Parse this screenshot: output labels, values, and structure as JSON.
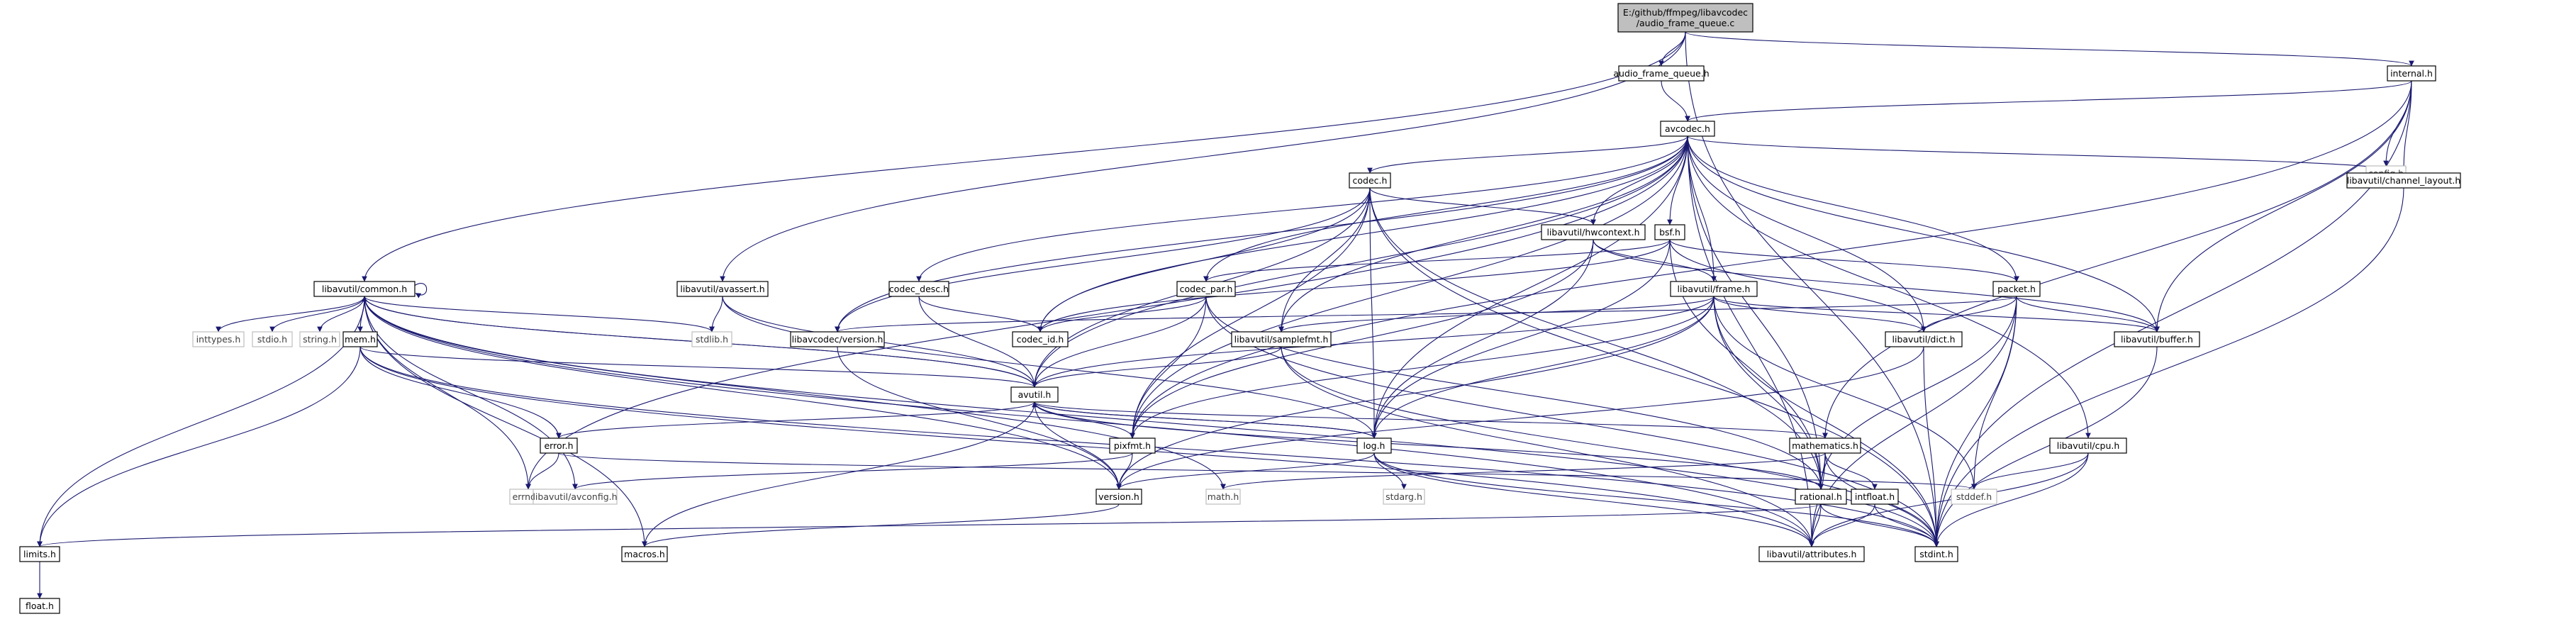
{
  "graph": {
    "root": {
      "id": "root",
      "lines": [
        "E:/github/ffmpeg/libavcodec",
        "/audio_frame_queue.c"
      ],
      "kind": "root"
    },
    "nodes": [
      {
        "id": "afq_h",
        "label": "audio_frame_queue.h",
        "kind": "hdr"
      },
      {
        "id": "internal_h",
        "label": "internal.h",
        "kind": "hdr"
      },
      {
        "id": "avcodec_h",
        "label": "avcodec.h",
        "kind": "hdr"
      },
      {
        "id": "config_h",
        "label": "config.h",
        "kind": "sys"
      },
      {
        "id": "chlayout_h",
        "label": "libavutil/channel_layout.h",
        "kind": "hdr"
      },
      {
        "id": "codec_h",
        "label": "codec.h",
        "kind": "hdr"
      },
      {
        "id": "hwcontext_h",
        "label": "libavutil/hwcontext.h",
        "kind": "hdr"
      },
      {
        "id": "bsf_h",
        "label": "bsf.h",
        "kind": "hdr"
      },
      {
        "id": "common_h",
        "label": "libavutil/common.h",
        "kind": "hdr"
      },
      {
        "id": "avassert_h",
        "label": "libavutil/avassert.h",
        "kind": "hdr"
      },
      {
        "id": "codec_desc_h",
        "label": "codec_desc.h",
        "kind": "hdr"
      },
      {
        "id": "codec_par_h",
        "label": "codec_par.h",
        "kind": "hdr"
      },
      {
        "id": "frame_h",
        "label": "libavutil/frame.h",
        "kind": "hdr"
      },
      {
        "id": "packet_h",
        "label": "packet.h",
        "kind": "hdr"
      },
      {
        "id": "inttypes_h",
        "label": "inttypes.h",
        "kind": "sys"
      },
      {
        "id": "stdio_h",
        "label": "stdio.h",
        "kind": "sys"
      },
      {
        "id": "string_h",
        "label": "string.h",
        "kind": "sys"
      },
      {
        "id": "mem_h",
        "label": "mem.h",
        "kind": "hdr"
      },
      {
        "id": "stdlib_h",
        "label": "stdlib.h",
        "kind": "sys"
      },
      {
        "id": "lavc_version_h",
        "label": "libavcodec/version.h",
        "kind": "hdr"
      },
      {
        "id": "codec_id_h",
        "label": "codec_id.h",
        "kind": "hdr"
      },
      {
        "id": "samplefmt_h",
        "label": "libavutil/samplefmt.h",
        "kind": "hdr"
      },
      {
        "id": "dict_h",
        "label": "libavutil/dict.h",
        "kind": "hdr"
      },
      {
        "id": "buffer_h",
        "label": "libavutil/buffer.h",
        "kind": "hdr"
      },
      {
        "id": "avutil_h",
        "label": "avutil.h",
        "kind": "hdr"
      },
      {
        "id": "error_h",
        "label": "error.h",
        "kind": "hdr"
      },
      {
        "id": "pixfmt_h",
        "label": "pixfmt.h",
        "kind": "hdr"
      },
      {
        "id": "log_h",
        "label": "log.h",
        "kind": "hdr"
      },
      {
        "id": "mathematics_h",
        "label": "mathematics.h",
        "kind": "hdr"
      },
      {
        "id": "cpu_h",
        "label": "libavutil/cpu.h",
        "kind": "hdr"
      },
      {
        "id": "errno_h",
        "label": "errno.h",
        "kind": "sys"
      },
      {
        "id": "avconfig_h",
        "label": "libavutil/avconfig.h",
        "kind": "sys"
      },
      {
        "id": "math_h",
        "label": "math.h",
        "kind": "sys"
      },
      {
        "id": "version_h",
        "label": "version.h",
        "kind": "hdr"
      },
      {
        "id": "stdarg_h",
        "label": "stdarg.h",
        "kind": "sys"
      },
      {
        "id": "rational_h",
        "label": "rational.h",
        "kind": "hdr"
      },
      {
        "id": "intfloat_h",
        "label": "intfloat.h",
        "kind": "hdr"
      },
      {
        "id": "stddef_h",
        "label": "stddef.h",
        "kind": "sys"
      },
      {
        "id": "limits_h",
        "label": "limits.h",
        "kind": "hdr"
      },
      {
        "id": "macros_h",
        "label": "macros.h",
        "kind": "hdr"
      },
      {
        "id": "attributes_h",
        "label": "libavutil/attributes.h",
        "kind": "hdr"
      },
      {
        "id": "stdint_h",
        "label": "stdint.h",
        "kind": "hdr"
      },
      {
        "id": "float_h",
        "label": "float.h",
        "kind": "hdr"
      }
    ],
    "edges": [
      [
        "root",
        "afq_h"
      ],
      [
        "root",
        "internal_h"
      ],
      [
        "root",
        "common_h"
      ],
      [
        "root",
        "avassert_h"
      ],
      [
        "root",
        "stdint_h"
      ],
      [
        "afq_h",
        "avcodec_h"
      ],
      [
        "internal_h",
        "avcodec_h"
      ],
      [
        "internal_h",
        "config_h"
      ],
      [
        "internal_h",
        "chlayout_h"
      ],
      [
        "internal_h",
        "buffer_h"
      ],
      [
        "internal_h",
        "pixfmt_h"
      ],
      [
        "internal_h",
        "mathematics_h"
      ],
      [
        "internal_h",
        "stdint_h"
      ],
      [
        "avcodec_h",
        "codec_h"
      ],
      [
        "avcodec_h",
        "chlayout_h"
      ],
      [
        "avcodec_h",
        "hwcontext_h"
      ],
      [
        "avcodec_h",
        "bsf_h"
      ],
      [
        "avcodec_h",
        "codec_desc_h"
      ],
      [
        "avcodec_h",
        "codec_par_h"
      ],
      [
        "avcodec_h",
        "frame_h"
      ],
      [
        "avcodec_h",
        "packet_h"
      ],
      [
        "avcodec_h",
        "lavc_version_h"
      ],
      [
        "avcodec_h",
        "codec_id_h"
      ],
      [
        "avcodec_h",
        "samplefmt_h"
      ],
      [
        "avcodec_h",
        "dict_h"
      ],
      [
        "avcodec_h",
        "buffer_h"
      ],
      [
        "avcodec_h",
        "avutil_h"
      ],
      [
        "avcodec_h",
        "pixfmt_h"
      ],
      [
        "avcodec_h",
        "log_h"
      ],
      [
        "avcodec_h",
        "cpu_h"
      ],
      [
        "avcodec_h",
        "errno_h"
      ],
      [
        "avcodec_h",
        "rational_h"
      ],
      [
        "avcodec_h",
        "attributes_h"
      ],
      [
        "chlayout_h",
        "stdint_h"
      ],
      [
        "codec_h",
        "hwcontext_h"
      ],
      [
        "codec_h",
        "lavc_version_h"
      ],
      [
        "codec_h",
        "codec_id_h"
      ],
      [
        "codec_h",
        "samplefmt_h"
      ],
      [
        "codec_h",
        "avutil_h"
      ],
      [
        "codec_h",
        "pixfmt_h"
      ],
      [
        "codec_h",
        "log_h"
      ],
      [
        "codec_h",
        "rational_h"
      ],
      [
        "codec_h",
        "stdint_h"
      ],
      [
        "hwcontext_h",
        "buffer_h"
      ],
      [
        "hwcontext_h",
        "frame_h"
      ],
      [
        "hwcontext_h",
        "log_h"
      ],
      [
        "hwcontext_h",
        "pixfmt_h"
      ],
      [
        "bsf_h",
        "codec_par_h"
      ],
      [
        "bsf_h",
        "packet_h"
      ],
      [
        "bsf_h",
        "dict_h"
      ],
      [
        "bsf_h",
        "codec_id_h"
      ],
      [
        "bsf_h",
        "log_h"
      ],
      [
        "bsf_h",
        "rational_h"
      ],
      [
        "common_h",
        "inttypes_h"
      ],
      [
        "common_h",
        "stdio_h"
      ],
      [
        "common_h",
        "string_h"
      ],
      [
        "common_h",
        "stdlib_h"
      ],
      [
        "common_h",
        "mem_h"
      ],
      [
        "common_h",
        "avutil_h"
      ],
      [
        "common_h",
        "errno_h"
      ],
      [
        "common_h",
        "avconfig_h"
      ],
      [
        "common_h",
        "math_h"
      ],
      [
        "common_h",
        "limits_h"
      ],
      [
        "common_h",
        "macros_h"
      ],
      [
        "common_h",
        "attributes_h"
      ],
      [
        "common_h",
        "stdint_h"
      ],
      [
        "common_h",
        "version_h"
      ],
      [
        "common_h",
        "common_h"
      ],
      [
        "avassert_h",
        "stdlib_h"
      ],
      [
        "avassert_h",
        "avutil_h"
      ],
      [
        "avassert_h",
        "log_h"
      ],
      [
        "codec_desc_h",
        "avutil_h"
      ],
      [
        "codec_desc_h",
        "codec_id_h"
      ],
      [
        "codec_par_h",
        "codec_id_h"
      ],
      [
        "codec_par_h",
        "avutil_h"
      ],
      [
        "codec_par_h",
        "pixfmt_h"
      ],
      [
        "codec_par_h",
        "rational_h"
      ],
      [
        "codec_par_h",
        "stdint_h"
      ],
      [
        "frame_h",
        "avutil_h"
      ],
      [
        "frame_h",
        "buffer_h"
      ],
      [
        "frame_h",
        "dict_h"
      ],
      [
        "frame_h",
        "samplefmt_h"
      ],
      [
        "frame_h",
        "pixfmt_h"
      ],
      [
        "frame_h",
        "rational_h"
      ],
      [
        "frame_h",
        "version_h"
      ],
      [
        "frame_h",
        "stddef_h"
      ],
      [
        "frame_h",
        "stdint_h"
      ],
      [
        "frame_h",
        "log_h"
      ],
      [
        "packet_h",
        "buffer_h"
      ],
      [
        "packet_h",
        "dict_h"
      ],
      [
        "packet_h",
        "stddef_h"
      ],
      [
        "packet_h",
        "stdint_h"
      ],
      [
        "packet_h",
        "attributes_h"
      ],
      [
        "packet_h",
        "rational_h"
      ],
      [
        "packet_h",
        "lavc_version_h"
      ],
      [
        "mem_h",
        "avutil_h"
      ],
      [
        "mem_h",
        "error_h"
      ],
      [
        "mem_h",
        "limits_h"
      ],
      [
        "mem_h",
        "attributes_h"
      ],
      [
        "mem_h",
        "stdint_h"
      ],
      [
        "lavc_version_h",
        "version_h"
      ],
      [
        "samplefmt_h",
        "avutil_h"
      ],
      [
        "samplefmt_h",
        "attributes_h"
      ],
      [
        "samplefmt_h",
        "stdint_h"
      ],
      [
        "dict_h",
        "version_h"
      ],
      [
        "dict_h",
        "stdint_h"
      ],
      [
        "buffer_h",
        "stdint_h"
      ],
      [
        "avutil_h",
        "common_h"
      ],
      [
        "avutil_h",
        "error_h"
      ],
      [
        "avutil_h",
        "pixfmt_h"
      ],
      [
        "avutil_h",
        "log_h"
      ],
      [
        "avutil_h",
        "mathematics_h"
      ],
      [
        "avutil_h",
        "version_h"
      ],
      [
        "avutil_h",
        "macros_h"
      ],
      [
        "avutil_h",
        "rational_h"
      ],
      [
        "error_h",
        "errno_h"
      ],
      [
        "error_h",
        "stddef_h"
      ],
      [
        "pixfmt_h",
        "version_h"
      ],
      [
        "pixfmt_h",
        "avconfig_h"
      ],
      [
        "log_h",
        "stdarg_h"
      ],
      [
        "log_h",
        "avutil_h"
      ],
      [
        "log_h",
        "attributes_h"
      ],
      [
        "log_h",
        "version_h"
      ],
      [
        "log_h",
        "stdint_h"
      ],
      [
        "mathematics_h",
        "math_h"
      ],
      [
        "mathematics_h",
        "rational_h"
      ],
      [
        "mathematics_h",
        "intfloat_h"
      ],
      [
        "mathematics_h",
        "attributes_h"
      ],
      [
        "mathematics_h",
        "stdint_h"
      ],
      [
        "cpu_h",
        "stddef_h"
      ],
      [
        "cpu_h",
        "attributes_h"
      ],
      [
        "cpu_h",
        "stdint_h"
      ],
      [
        "version_h",
        "macros_h"
      ],
      [
        "rational_h",
        "attributes_h"
      ],
      [
        "rational_h",
        "stdint_h"
      ],
      [
        "rational_h",
        "limits_h"
      ],
      [
        "intfloat_h",
        "attributes_h"
      ],
      [
        "intfloat_h",
        "stdint_h"
      ],
      [
        "limits_h",
        "float_h"
      ]
    ]
  }
}
